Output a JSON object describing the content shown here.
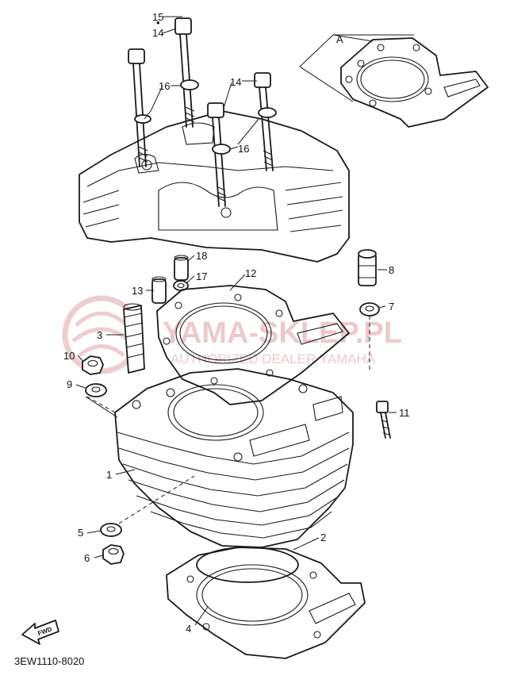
{
  "watermark": {
    "main": "YAMA-SKLEP.PL",
    "sub": "AUTHORIZED DEALER YAMAHA",
    "color": "#e7b8bd"
  },
  "dimension_label": "A",
  "find_label": "FWD",
  "part_code": "3EW1110-8020",
  "callouts": {
    "c1": "1",
    "c2": "2",
    "c3": "3",
    "c4": "4",
    "c5": "5",
    "c6": "6",
    "c7": "7",
    "c8": "8",
    "c9": "9",
    "c10": "10",
    "c11": "11",
    "c12": "12",
    "c13": "13",
    "c14a": "14",
    "c14b": "14",
    "c15": "15",
    "c16a": "16",
    "c16b": "16",
    "c17": "17",
    "c18": "18"
  },
  "icons": [
    "fwd-arrow-icon",
    "watermark-logo-icon"
  ]
}
